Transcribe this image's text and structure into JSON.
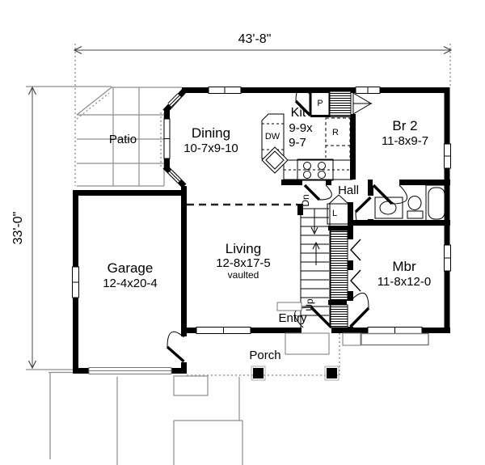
{
  "dims": {
    "width": "43'-8\"",
    "height": "33'-0\""
  },
  "rooms": {
    "patio": {
      "name": "Patio"
    },
    "dining": {
      "name": "Dining",
      "size": "10-7x9-10"
    },
    "kitchen": {
      "name": "Kit",
      "size_a": "9-9x",
      "size_b": "9-7"
    },
    "br2": {
      "name": "Br 2",
      "size": "11-8x9-7"
    },
    "hall": {
      "name": "Hall"
    },
    "living": {
      "name": "Living",
      "size": "12-8x17-5",
      "note": "vaulted"
    },
    "mbr": {
      "name": "Mbr",
      "size": "11-8x12-0"
    },
    "garage": {
      "name": "Garage",
      "size": "12-4x20-4"
    },
    "entry": {
      "name": "Entry"
    },
    "porch": {
      "name": "Porch"
    }
  },
  "fixtures": {
    "dishwasher": "DW",
    "pantry": "P",
    "refrigerator": "R",
    "linen": "L"
  },
  "stairs": {
    "down": "Dn",
    "up": "Up"
  },
  "colors": {
    "wall": "#000000",
    "site": "#999999",
    "dim": "#444444"
  }
}
